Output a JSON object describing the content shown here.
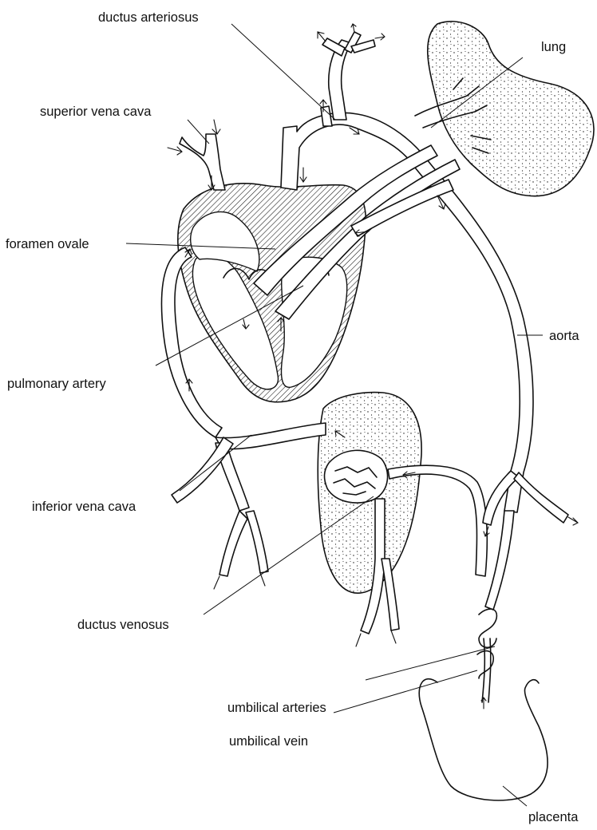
{
  "labels": {
    "ductus_arteriosus": "ductus arteriosus",
    "lung": "lung",
    "superior_vena_cava": "superior vena cava",
    "foramen_ovale": "foramen ovale",
    "aorta": "aorta",
    "pulmonary_artery": "pulmonary artery",
    "inferior_vena_cava": "inferior vena cava",
    "ductus_venosus": "ductus venosus",
    "umbilical_arteries": "umbilical arteries",
    "umbilical_vein": "umbilical vein",
    "placenta": "placenta"
  },
  "colors": {
    "line": "#111111",
    "background": "#ffffff",
    "hatch": "#111111"
  }
}
